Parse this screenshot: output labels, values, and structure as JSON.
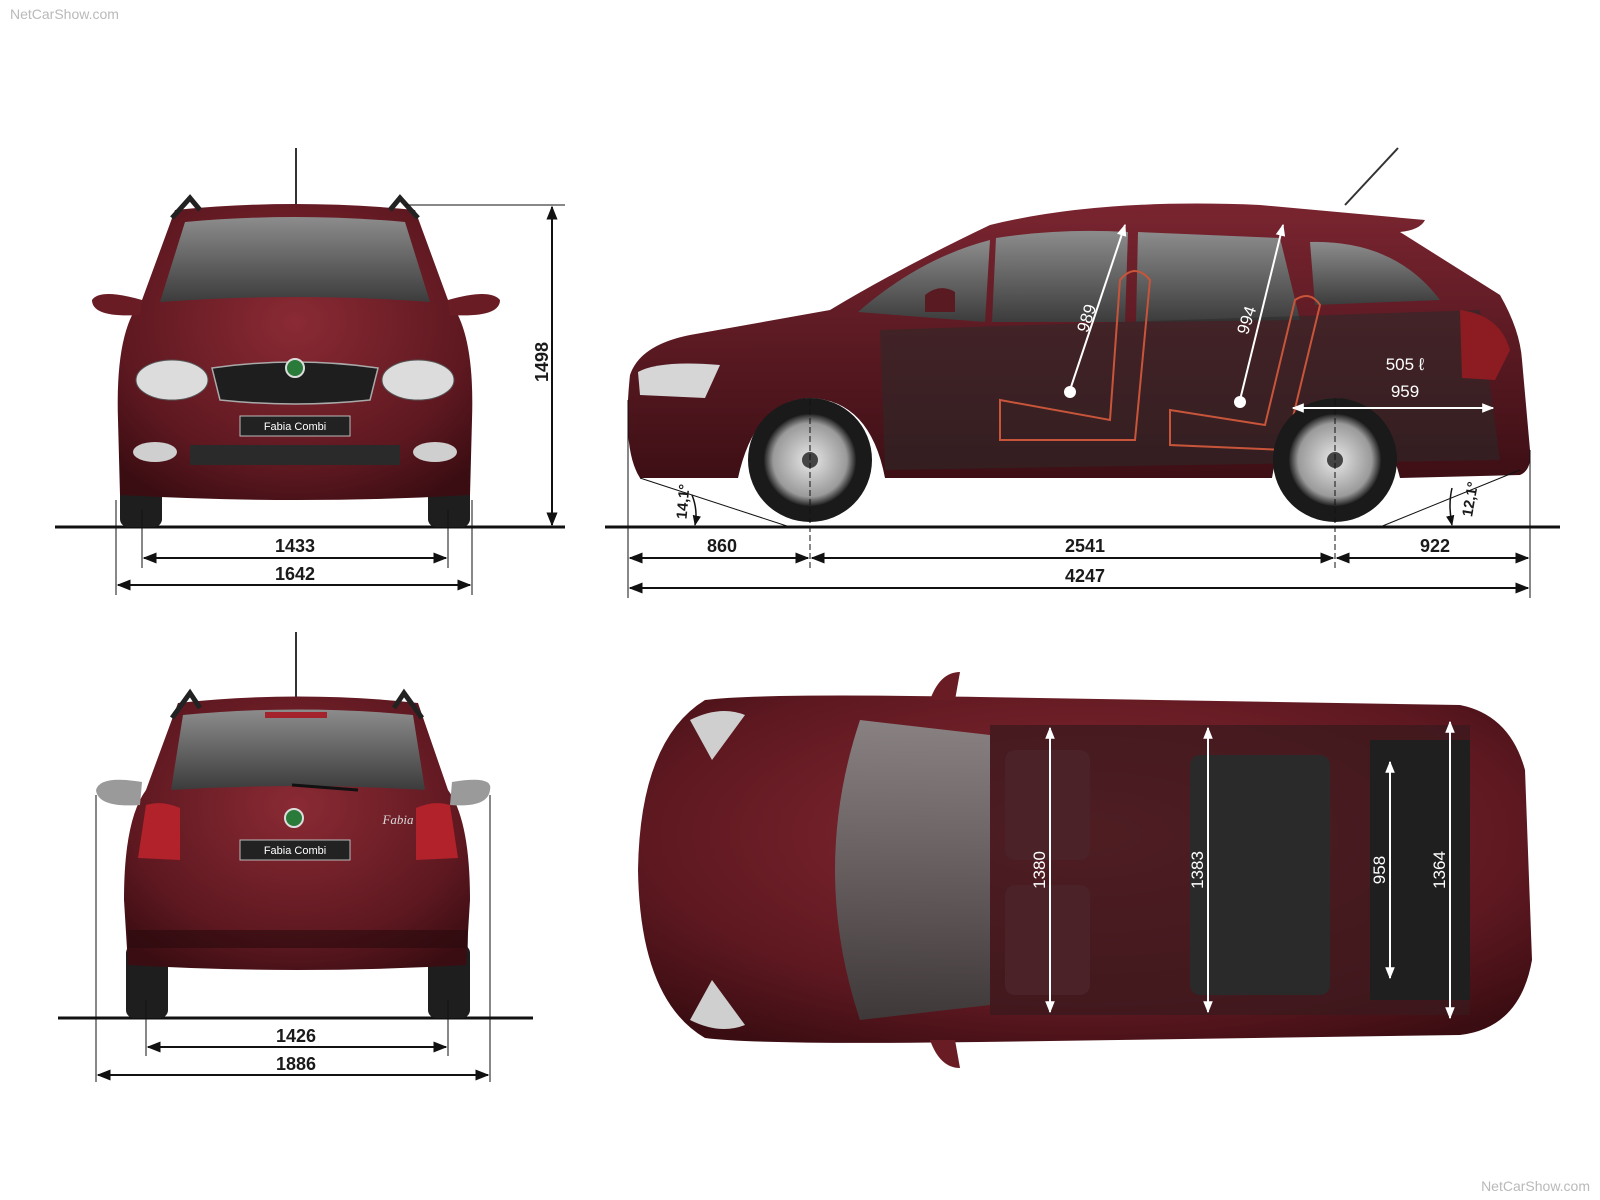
{
  "watermark": "NetCarShow.com",
  "badge": "Fabia Combi",
  "rear_script": "Fabia",
  "front_view": {
    "height": "1498",
    "front_track": "1433",
    "width": "1642"
  },
  "side_view": {
    "front_overhang": "860",
    "wheelbase": "2541",
    "rear_overhang": "922",
    "length": "4247",
    "approach_angle": "14,1°",
    "departure_angle": "12,1°",
    "front_headroom": "989",
    "rear_headroom": "994",
    "boot_volume": "505 ℓ",
    "boot_length": "959"
  },
  "rear_view": {
    "rear_track": "1426",
    "mirror_width": "1886"
  },
  "top_view": {
    "front_elbow_width": "1380",
    "rear_elbow_width": "1383",
    "boot_width_between_arches": "958",
    "boot_width": "1364"
  },
  "colors": {
    "body": "#5e1820",
    "body_dark": "#3a0d12",
    "glass": "#5a5a5a",
    "dim_line": "#111111",
    "ground": "#111111"
  }
}
